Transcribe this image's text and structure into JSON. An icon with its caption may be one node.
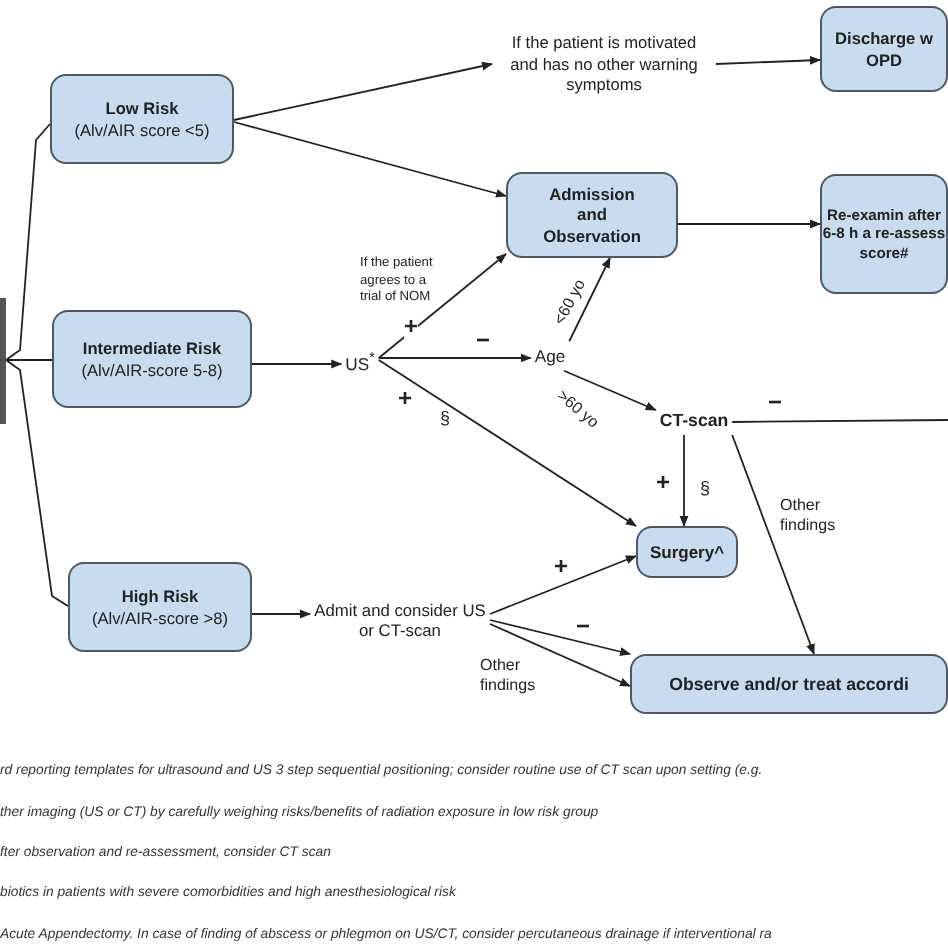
{
  "diagram": {
    "nodes": [
      {
        "text": [
          "Low Risk",
          "(Alv/AIR score <5)"
        ]
      },
      {
        "text": [
          "Intermediate Risk",
          "(Alv/AIR-score 5-8)"
        ]
      },
      {
        "text": [
          "High Risk",
          "(Alv/AIR-score >8)"
        ]
      },
      {
        "text": [
          "If the patient is motivated and has no other warning symptoms"
        ]
      },
      {
        "text": [
          "Discharge w OPD"
        ]
      },
      {
        "text": [
          "Admission and Observation"
        ]
      },
      {
        "text": [
          "Re-examin after 6-8 h a re-assess score#"
        ]
      },
      {
        "text": [
          "US$^{*}$"
        ]
      },
      {
        "text": [
          "Age"
        ]
      },
      {
        "text": [
          "CT-scan"
        ]
      },
      {
        "text": [
          "Surgery^"
        ]
      },
      {
        "text": [
          "Admit and consider US or CT-scan"
        ]
      },
      {
        "text": [
          "Observe and/or treat accordi"
        ]
      },
      {
        "text": [],
        "shape": "bar"
      }
    ],
    "edges": [
      {
        "from": 13,
        "to": 0,
        "arrow": "none"
      },
      {
        "from": 13,
        "to": 1,
        "arrow": "none"
      },
      {
        "from": 13,
        "to": 2,
        "arrow": "none"
      },
      {
        "from": 0,
        "to": 3,
        "arrow": "to"
      },
      {
        "from": 0,
        "to": 5,
        "arrow": "to"
      },
      {
        "from": 3,
        "to": 4,
        "arrow": "to"
      },
      {
        "from": 5,
        "to": 6,
        "arrow": "to"
      },
      {
        "from": 1,
        "to": 7,
        "arrow": "to"
      },
      {
        "from": 7,
        "to": 5,
        "arrow": "to",
        "label": "+"
      },
      {
        "from": 7,
        "to": 8,
        "arrow": "to",
        "label": "−"
      },
      {
        "from": 7,
        "to": 10,
        "arrow": "to",
        "label": "+"
      },
      {
        "from": 8,
        "to": 5,
        "arrow": "to",
        "label": "<60 yo"
      },
      {
        "from": 8,
        "to": 9,
        "arrow": "to",
        "label": ">60 yo"
      },
      {
        "from": 9,
        "to": null,
        "arrow": "none",
        "label": "−"
      },
      {
        "from": 9,
        "to": 10,
        "arrow": "to",
        "label": "+"
      },
      {
        "from": 9,
        "to": 12,
        "arrow": "to",
        "label": "Other findings"
      },
      {
        "from": 2,
        "to": 11,
        "arrow": "to"
      },
      {
        "from": 11,
        "to": 10,
        "arrow": "to",
        "label": "+"
      },
      {
        "from": 11,
        "to": 12,
        "arrow": "to",
        "label": "−"
      },
      {
        "from": 11,
        "to": 12,
        "arrow": "to",
        "label": "Other findings"
      }
    ],
    "labels": [
      "If the patient agrees to a trial of NOM",
      "§",
      "§",
      "rd reporting templates for ultrasound and US 3 step sequential positioning; consider routine use of CT scan upon setting (e.g.",
      "ther imaging (US or CT) by carefully weighing risks/benefits of radiation exposure in low risk group",
      "fter observation and re-assessment, consider CT scan",
      "biotics in patients with severe comorbidities and high anesthesiological risk",
      "Acute Appendectomy. In case of finding of abscess or phlegmon on US/CT, consider percutaneous drainage if interventional ra"
    ]
  }
}
